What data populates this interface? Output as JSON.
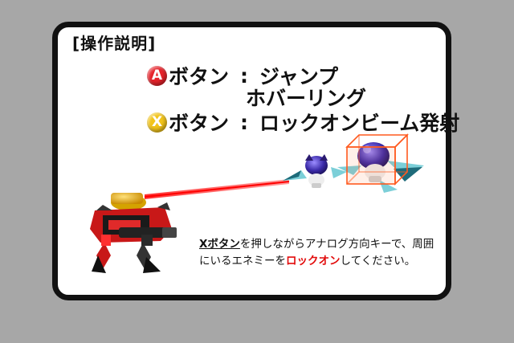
{
  "panel": {
    "title": "[操作説明]"
  },
  "controls": [
    {
      "button": "A",
      "label": "ボタン",
      "separator": ":",
      "action": "ジャンプ",
      "color": "#e5232b"
    },
    {
      "action_continued": "ホバーリング"
    },
    {
      "button": "X",
      "label": "ボタン",
      "separator": ":",
      "action": "ロックオンビーム発射",
      "color": "#f2c41a"
    }
  ],
  "description": {
    "part1_underlined": "Xボタン",
    "part2": "を押しながらアナログ方向キーで、周囲にいるエネミーを",
    "part3_red": "ロックオン",
    "part4": "してください。"
  },
  "scene": {
    "player": "red-robot-mech",
    "enemies": [
      "purple-flying-enemy",
      "purple-flying-enemy-locked"
    ],
    "beam_color": "#ff2a2a",
    "lock_box_color": "#ff5a1f"
  },
  "colors": {
    "background": "#a7a7a7",
    "panel": "#ffffff",
    "border": "#111111",
    "highlight": "#e20c0c"
  }
}
